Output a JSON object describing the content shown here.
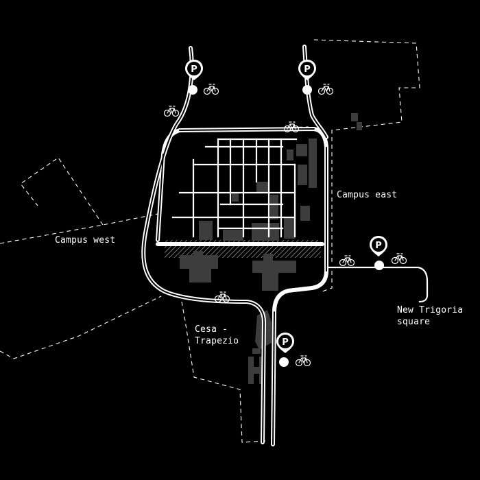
{
  "areas": {
    "campus_west": "Campus west",
    "campus_east": "Campus east",
    "cesa_trapezio": "Cesa -\nTrapezio",
    "new_trigoria_square": "New Trigoria\nsquare"
  },
  "parking": {
    "letter": "P"
  },
  "colors": {
    "background": "#000000",
    "foreground": "#ffffff",
    "building": "#3d3d3d"
  },
  "icons": {
    "parking": "parking-pin-icon",
    "bike": "bicycle-icon"
  }
}
